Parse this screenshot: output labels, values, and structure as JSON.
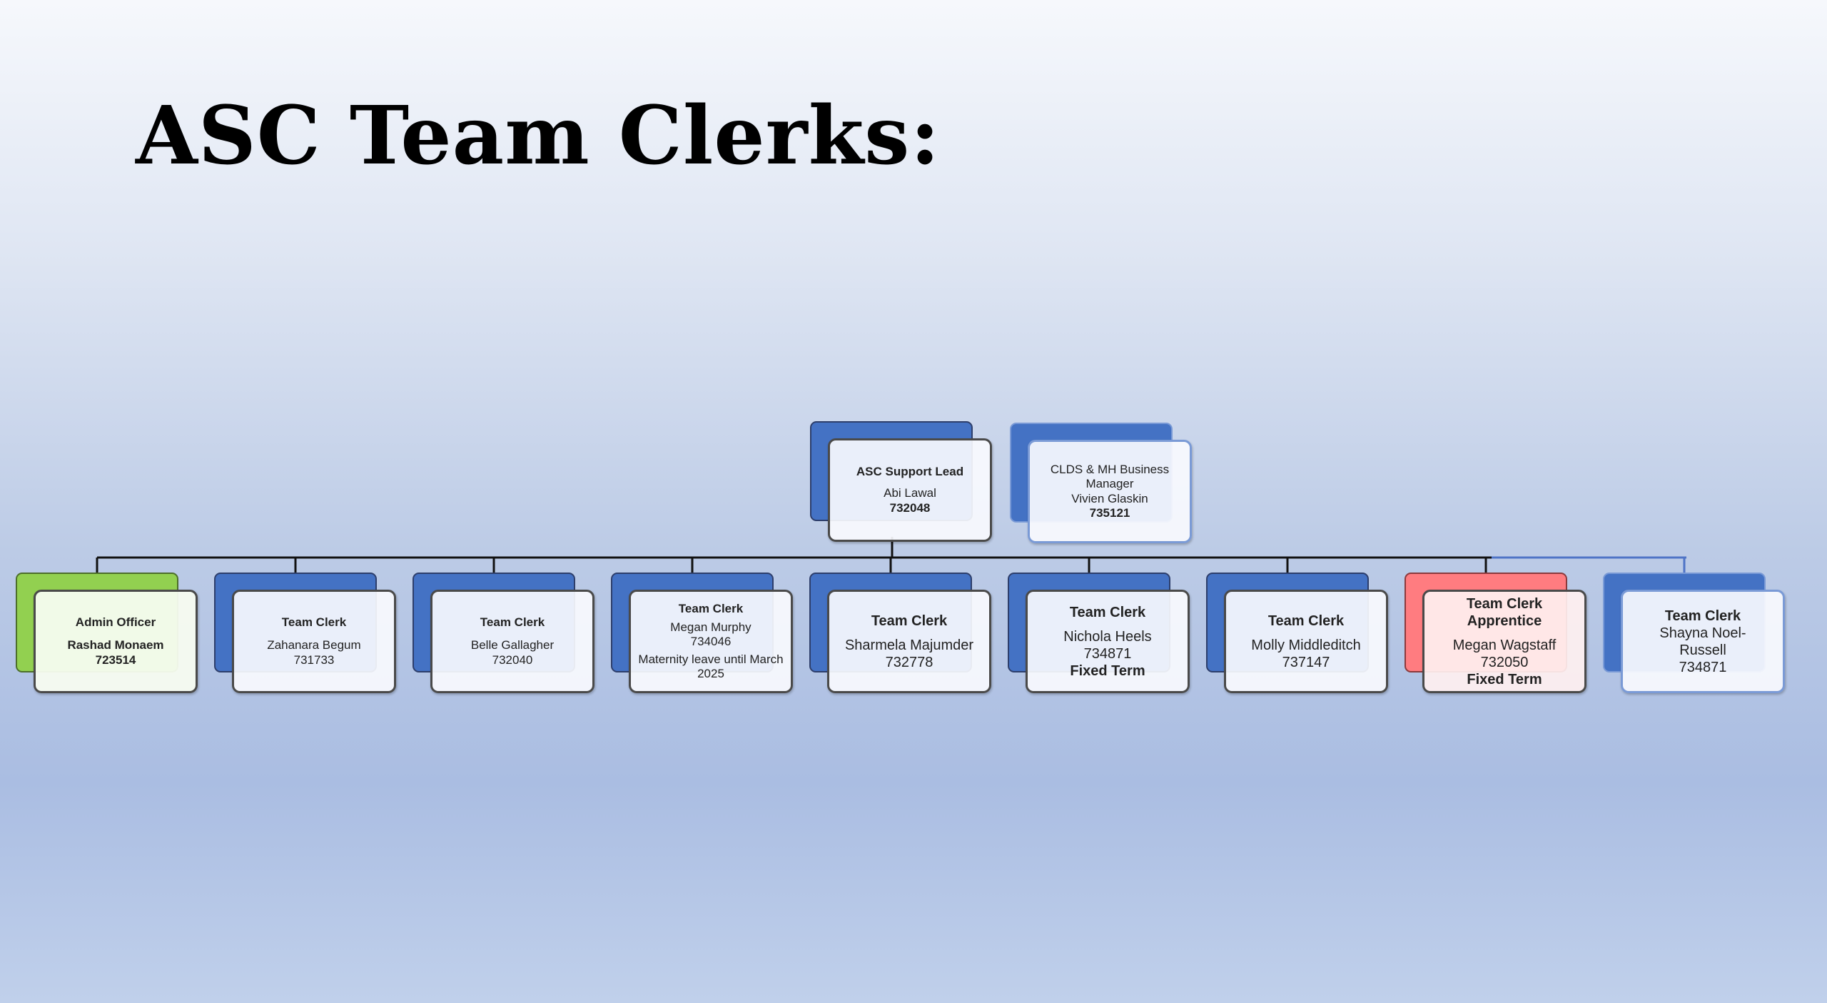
{
  "slide": {
    "title": "ASC Team Clerks:"
  },
  "top_nodes": [
    {
      "role": "ASC Support Lead",
      "name": "Abi Lawal",
      "number": "732048"
    },
    {
      "role": "CLDS & MH Business Manager",
      "name": "Vivien Glaskin",
      "number": "735121"
    }
  ],
  "members": [
    {
      "role": "Admin Officer",
      "name": "Rashad Monaem",
      "number": "723514",
      "color": "#92d050"
    },
    {
      "role": "Team Clerk",
      "name": "Zahanara Begum",
      "number": "731733",
      "color": "#4472c4"
    },
    {
      "role": "Team Clerk",
      "name": "Belle Gallagher",
      "number": "732040",
      "color": "#4472c4"
    },
    {
      "role": "Team Clerk",
      "name": "Megan Murphy",
      "number": "734046",
      "note": "Maternity leave until March 2025",
      "color": "#4472c4"
    },
    {
      "role": "Team Clerk",
      "name": "Sharmela Majumder",
      "number": "732778",
      "color": "#4472c4"
    },
    {
      "role": "Team Clerk",
      "name": "Nichola Heels",
      "number": "734871",
      "note": "Fixed Term",
      "color": "#4472c4"
    },
    {
      "role": "Team Clerk",
      "name": "Molly Middleditch",
      "number": "737147",
      "color": "#4472c4"
    },
    {
      "role": "Team Clerk Apprentice",
      "name": "Megan Wagstaff",
      "number": "732050",
      "note": "Fixed Term",
      "color": "#ff7c80"
    },
    {
      "role": "Team Clerk",
      "name": "Shayna Noel- Russell",
      "number": "734871",
      "color": "#4472c4"
    }
  ]
}
